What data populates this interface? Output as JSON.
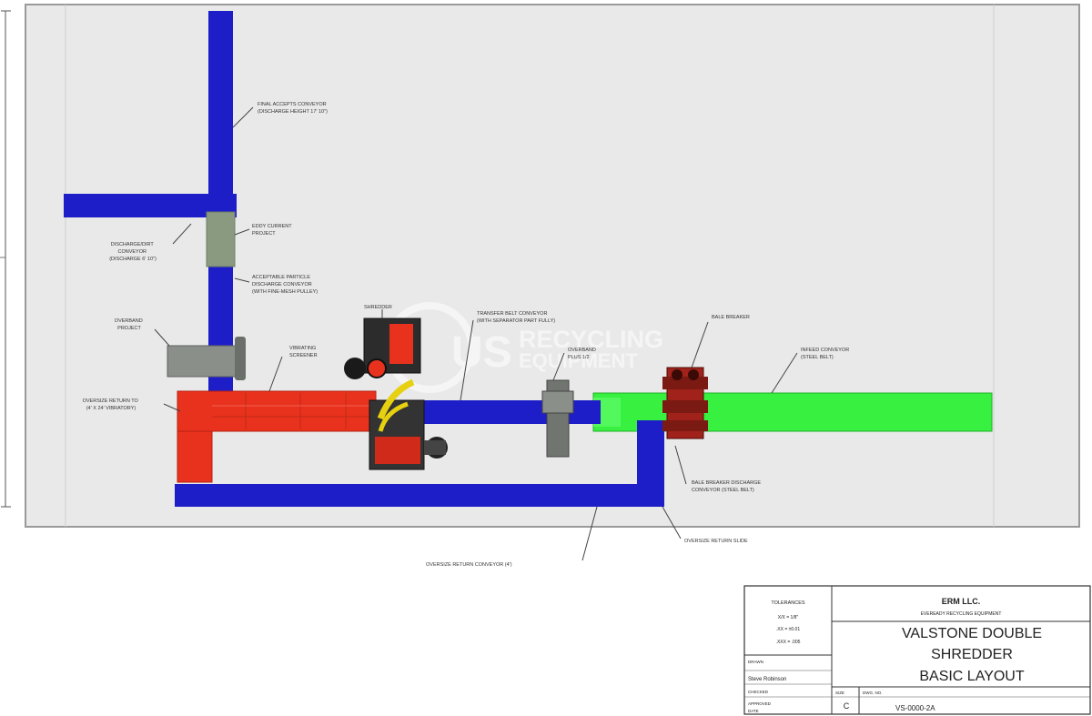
{
  "colors": {
    "background": "#e9e9e9",
    "frame": "#9a9a9a",
    "conveyor_blue": "#1e1ec8",
    "shredder_red": "#e8321e",
    "screen_green": "#38f040",
    "gray_equipment": "#8a8f8a",
    "gray_green": "#8a9a80",
    "yellow_chute": "#e6d010"
  },
  "labels": {
    "final_accepts": [
      "FINAL ACCEPTS CONVEYOR",
      "(DISCHARGE HEIGHT 17' 10\")"
    ],
    "discharge_conveyor": [
      "DISCHARGE/DIRT",
      "CONVEYOR",
      "(DISCHARGE 6' 10\")"
    ],
    "eddy_current": [
      "EDDY CURRENT",
      "PROJECT"
    ],
    "acceptable_particle": [
      "ACCEPTABLE PARTICLE",
      "DISCHARGE CONVEYOR",
      "(WITH FINE-MESH PULLEY)"
    ],
    "overband": [
      "OVERBAND",
      "PROJECT"
    ],
    "oversize_return": [
      "OVERSIZE RETURN TO",
      "(4' X 24' VIBRATORY)"
    ],
    "vibrating_screen": [
      "VIBRATING",
      "SCREENER"
    ],
    "shredder_label": [
      "SHREDDER"
    ],
    "transfer_belt": [
      "TRANSFER BELT CONVEYOR",
      "(WITH SEPARATOR PART FULLY)"
    ],
    "overband_magnet": [
      "OVERBAND",
      "PLUS 1/2"
    ],
    "bale_breaker": [
      "BALE BREAKER"
    ],
    "infeed_conveyor": [
      "INFEED CONVEYOR",
      "(STEEL BELT)"
    ],
    "bale_breaker_discharge": [
      "BALE BREAKER DISCHARGE",
      "CONVEYOR (STEEL BELT)"
    ],
    "oversize_return_slide": [
      "OVERSIZE RETURN SLIDE"
    ],
    "oversize_return_conveyor": [
      "OVERSIZE RETURN CONVEYOR (4')"
    ]
  },
  "watermark": {
    "text_top": "RECYCLING",
    "text_bottom": "EQUIPMENT",
    "initials": "US"
  },
  "title_block": {
    "company": "ERM LLC.",
    "company_sub": "EVEREADY RECYCLING EQUIPMENT",
    "tolerances_title": "TOLERANCES",
    "tolerances": [
      "X/X = 1/8\"",
      ".XX = ±0.01",
      ".XXX = .005"
    ],
    "title_lines": [
      "VALSTONE DOUBLE",
      "SHREDDER",
      "BASIC LAYOUT"
    ],
    "drawn_label": "DRAWN",
    "drawn_by": "Steve Robinson",
    "checked_label": "CHECKED",
    "approved_label": "APPROVED",
    "date_label": "DATE",
    "size_label": "SIZE",
    "size": "C",
    "dwg_label": "DWG. NO.",
    "dwg_no": "VS-0000-2A"
  }
}
